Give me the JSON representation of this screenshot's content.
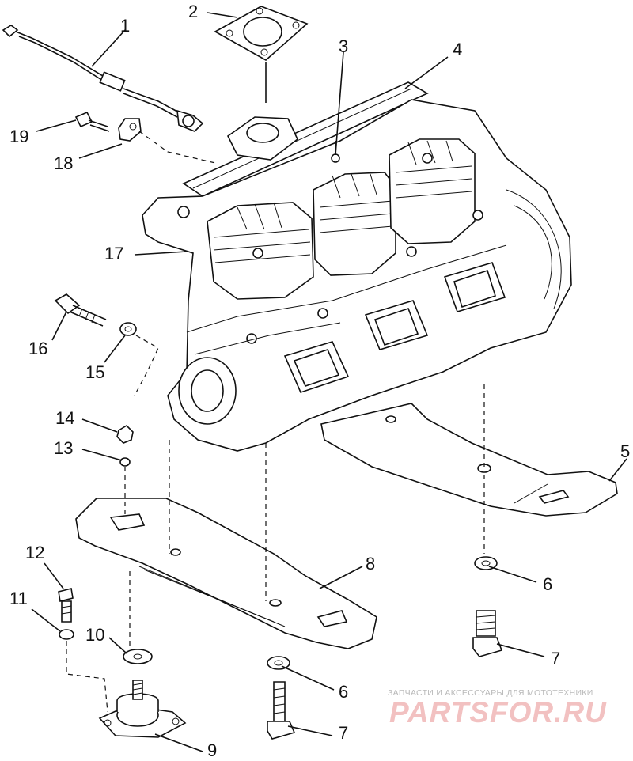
{
  "callouts": {
    "c1": "1",
    "c2": "2",
    "c3": "3",
    "c4": "4",
    "c5": "5",
    "c6a": "6",
    "c6b": "6",
    "c7a": "7",
    "c7b": "7",
    "c8": "8",
    "c9": "9",
    "c10": "10",
    "c11": "11",
    "c12": "12",
    "c13": "13",
    "c14": "14",
    "c15": "15",
    "c16": "16",
    "c17": "17",
    "c18": "18",
    "c19": "19"
  },
  "watermark": {
    "subtitle": "ЗАПЧАСТИ И АКСЕССУАРЫ ДЛЯ МОТОТЕХНИКИ",
    "logo": "PARTSFOR.RU"
  }
}
